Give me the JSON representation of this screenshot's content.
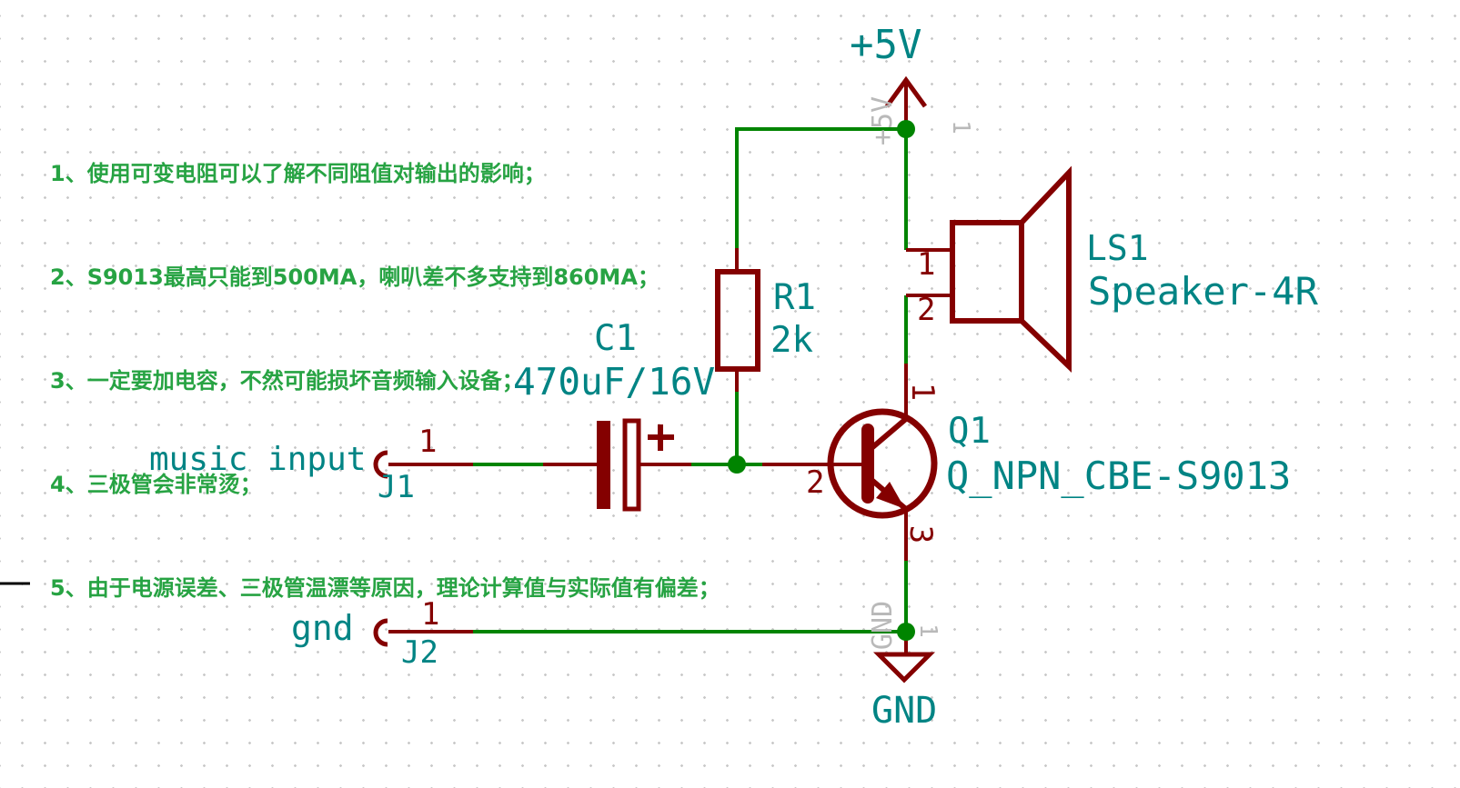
{
  "colors": {
    "background": "#FFFFFF",
    "grid_dot": "#C9C9C9",
    "wire": "#008400",
    "device": "#840000",
    "field": "#008484",
    "notes": "#27A343",
    "hidden_pin": "#B9B9B9",
    "sheet_edge": "#000000"
  },
  "notes": {
    "lines": [
      "1、使用可变电阻可以了解不同阻值对输出的影响；",
      "2、S9013最高只能到500MA，喇叭差不多支持到860MA；",
      "3、一定要加电容，不然可能损坏音频输入设备；",
      "4、三极管会非常烫；",
      "5、由于电源误差、三极管温漂等原因，理论计算值与实际值有偏差；"
    ]
  },
  "power": {
    "vcc": {
      "label": "+5V",
      "pin_name": "+5V",
      "pin_number": "1"
    },
    "gnd": {
      "label": "GND",
      "pin_name": "GND",
      "pin_number": "1"
    }
  },
  "components": {
    "r1": {
      "ref": "R1",
      "value": "2k"
    },
    "c1": {
      "ref": "C1",
      "value": "470uF/16V",
      "polarity": "+"
    },
    "q1": {
      "ref": "Q1",
      "value": "Q_NPN_CBE-S9013",
      "pin_collector": "1",
      "pin_base": "2",
      "pin_emitter": "3"
    },
    "ls1": {
      "ref": "LS1",
      "value": "Speaker-4R",
      "pin1": "1",
      "pin2": "2"
    },
    "j1": {
      "ref": "J1",
      "value": "music input",
      "pin1": "1"
    },
    "j2": {
      "ref": "J2",
      "value": "gnd",
      "pin1": "1"
    }
  }
}
